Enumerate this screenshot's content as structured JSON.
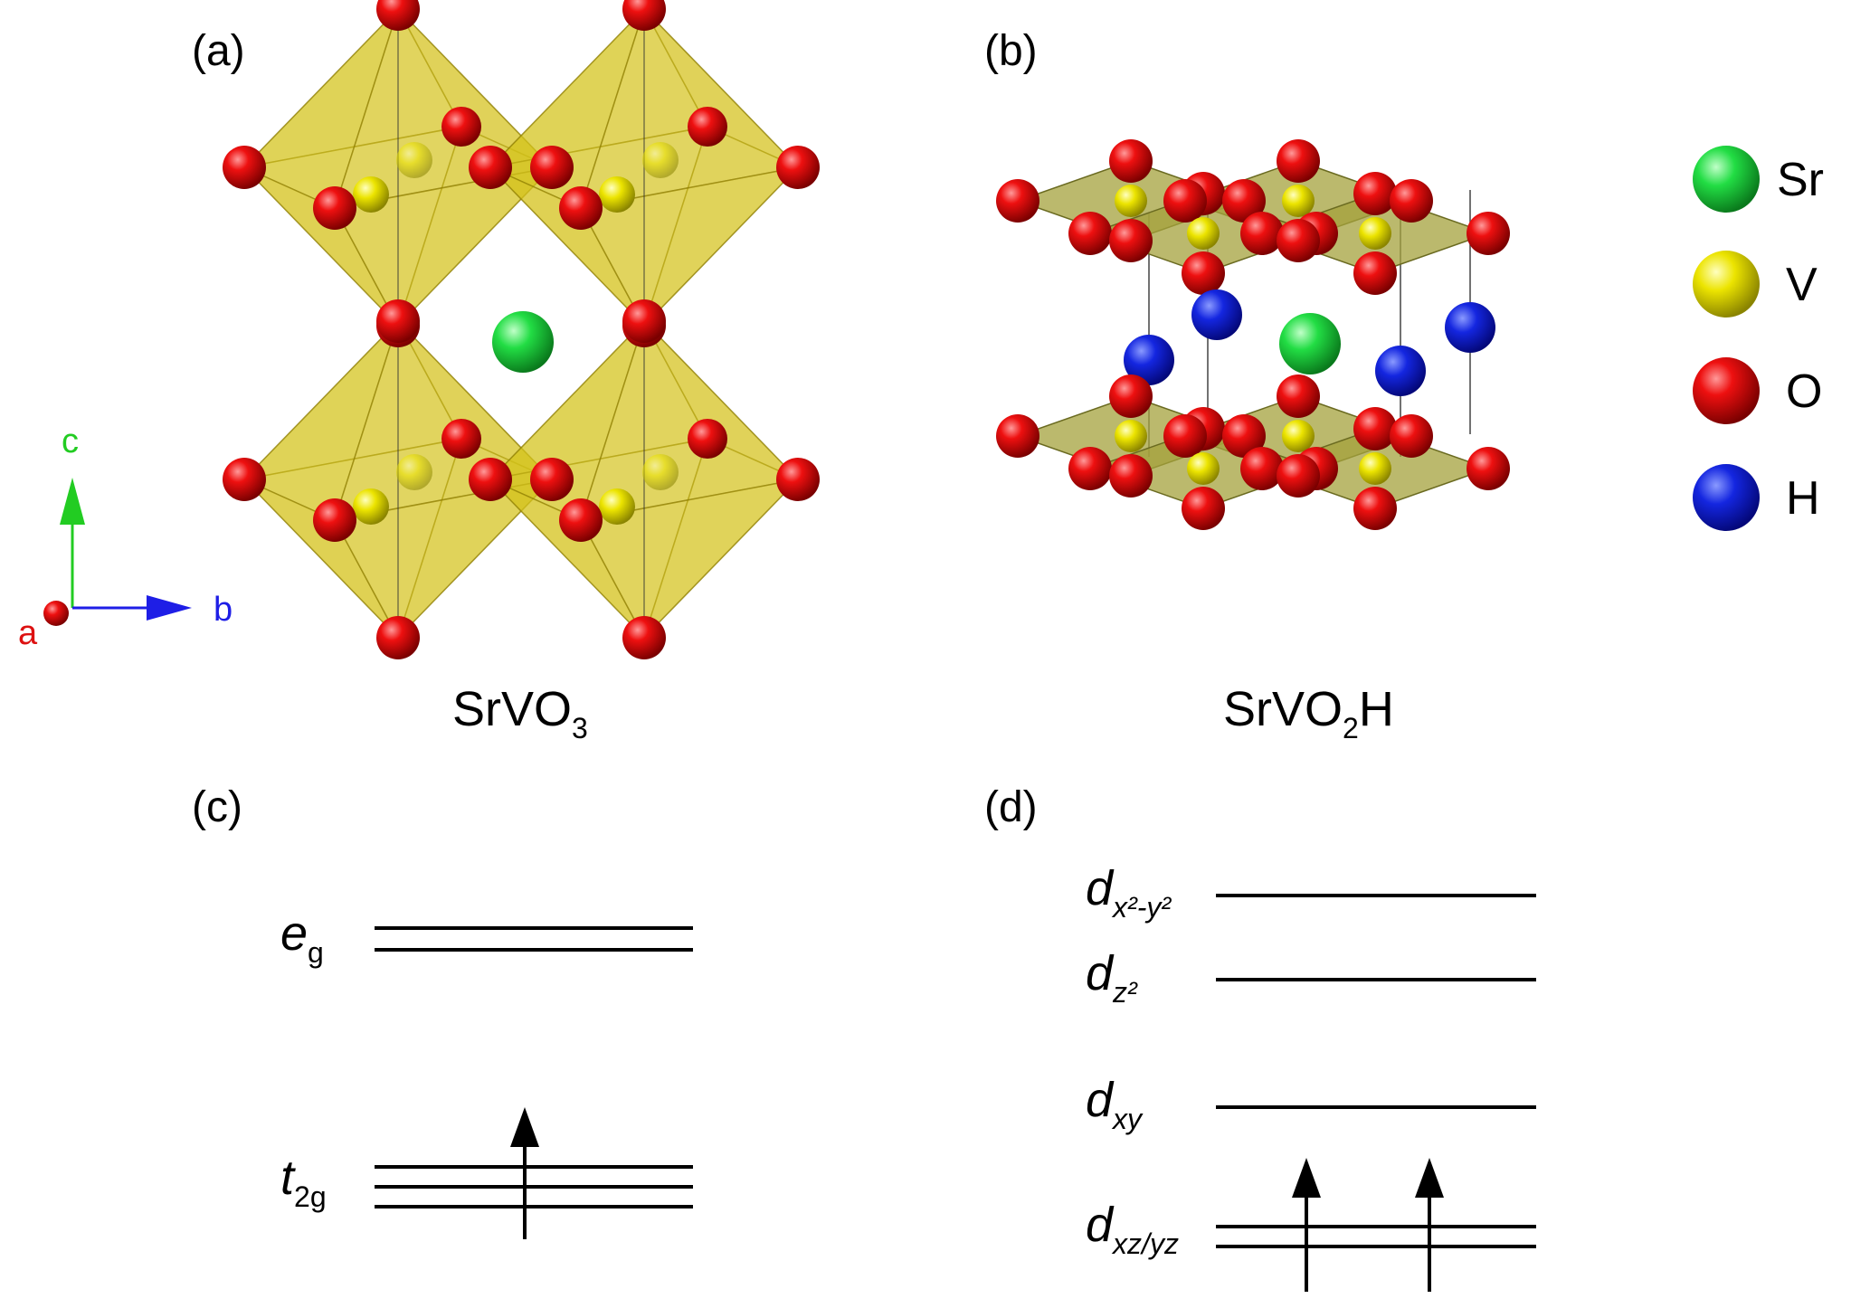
{
  "panels": [
    {
      "id": "a",
      "label": "(a)"
    },
    {
      "id": "b",
      "label": "(b)"
    },
    {
      "id": "c",
      "label": "(c)"
    },
    {
      "id": "d",
      "label": "(d)"
    }
  ],
  "formulas": {
    "a": {
      "base": "SrVO",
      "sub": "3",
      "rest": ""
    },
    "b": {
      "base": "SrVO",
      "sub": "2",
      "rest": "H"
    }
  },
  "axes": {
    "c": {
      "label": "c",
      "color": "#22cc22"
    },
    "b": {
      "label": "b",
      "color": "#1e1ee6"
    },
    "a": {
      "label": "a",
      "color": "#dd1111"
    }
  },
  "legend": [
    {
      "symbol": "Sr",
      "color": "#22dd44"
    },
    {
      "symbol": "V",
      "color": "#e6e000"
    },
    {
      "symbol": "O",
      "color": "#e00000"
    },
    {
      "symbol": "H",
      "color": "#0a18d8"
    }
  ],
  "levels_c": {
    "eg": {
      "main": "e",
      "sub": "g"
    },
    "t2g": {
      "main": "t",
      "sub": "2g"
    }
  },
  "levels_d": {
    "dx2y2": {
      "main": "d",
      "sub": "x²-y²"
    },
    "dz2": {
      "main": "d",
      "sub": "z²"
    },
    "dxy": {
      "main": "d",
      "sub": "xy"
    },
    "dxzyz": {
      "main": "d",
      "sub": "xz/yz"
    }
  },
  "colors": {
    "octahedron": "#d4c21a",
    "square": "#a4a23c",
    "oxygen": "#e00000",
    "vanadium": "#e6e000",
    "strontium": "#22dd44",
    "hydrogen": "#0a18d8"
  }
}
